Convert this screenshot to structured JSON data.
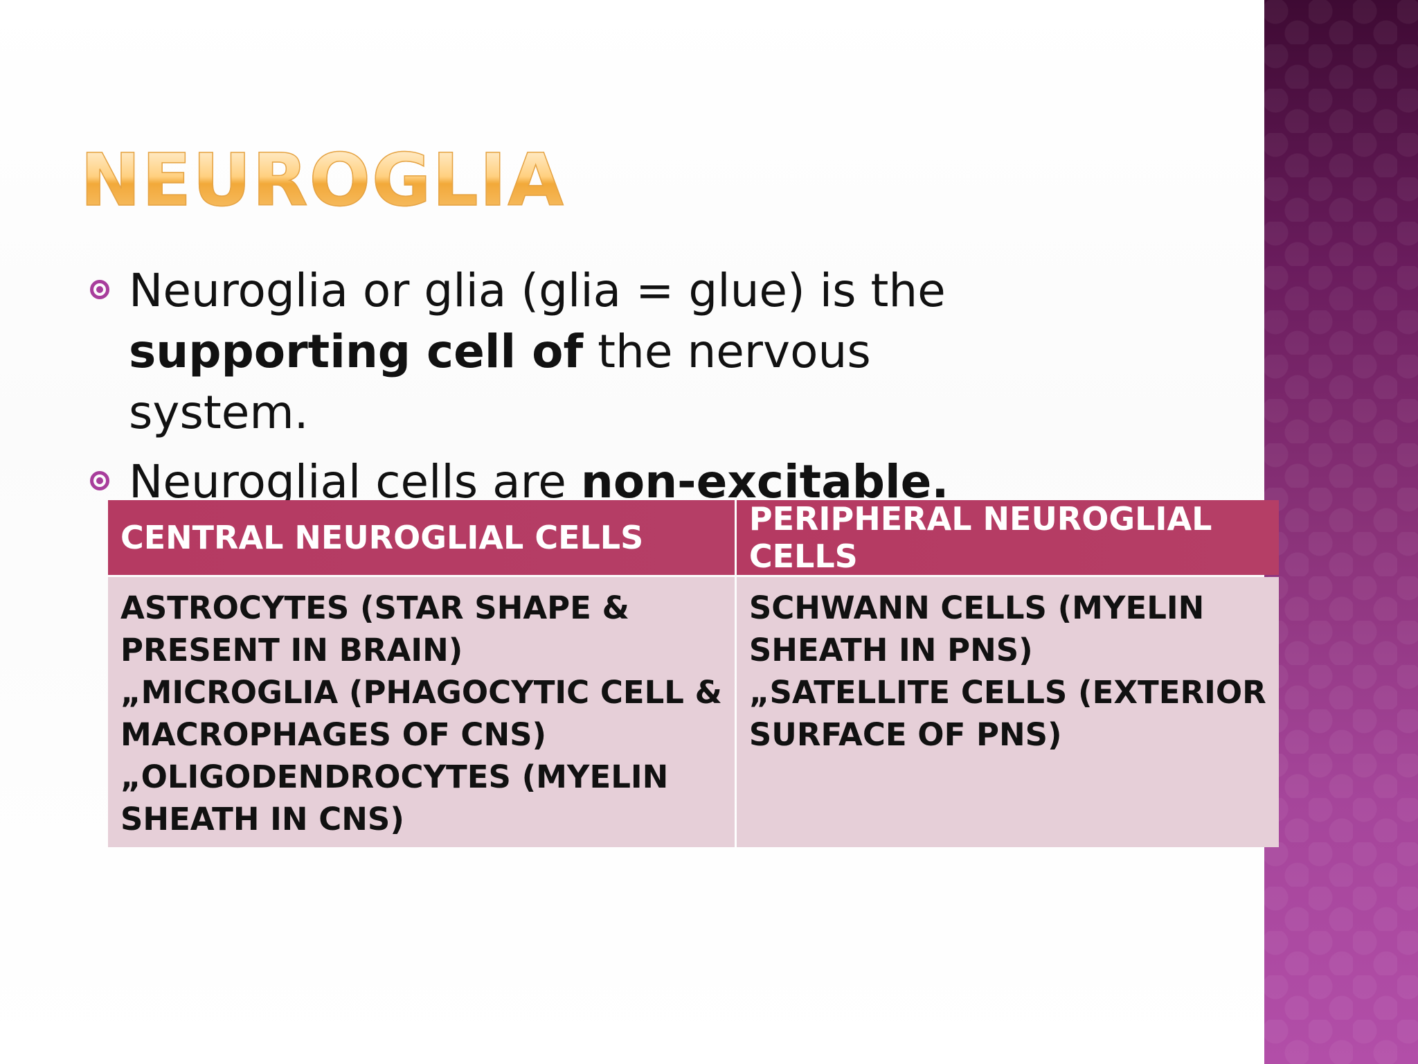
{
  "slide": {
    "title": "NEUROGLIA",
    "bullets": [
      {
        "text_before": "Neuroglia or glia (glia = glue) is the",
        "bold": "supporting cell of",
        "text_after": " the nervous system."
      },
      {
        "text_before": "Neuroglial cells are ",
        "bold": "non-excitable.",
        "text_after": ""
      }
    ]
  },
  "table": {
    "headers": [
      "CENTRAL NEUROGLIAL CELLS",
      "PERIPHERAL NEUROGLIAL CELLS"
    ],
    "central_lines": [
      "ASTROCYTES (STAR SHAPE &",
      "PRESENT IN BRAIN)",
      "„MICROGLIA (PHAGOCYTIC CELL &",
      "MACROPHAGES OF CNS)",
      "„OLIGODENDROCYTES (MYELIN",
      "SHEATH IN CNS)"
    ],
    "peripheral_lines": [
      "SCHWANN CELLS (MYELIN",
      "SHEATH IN PNS)",
      "„SATELLITE CELLS (EXTERIOR",
      "SURFACE OF PNS)"
    ]
  },
  "colors": {
    "title": "#f2a93a",
    "bullet": "#a83d9c",
    "header": "#b53a62",
    "cell": "#e6cfd8",
    "side_band": "#8a3279"
  },
  "icons": {
    "bullet": "target-bullet-icon"
  }
}
